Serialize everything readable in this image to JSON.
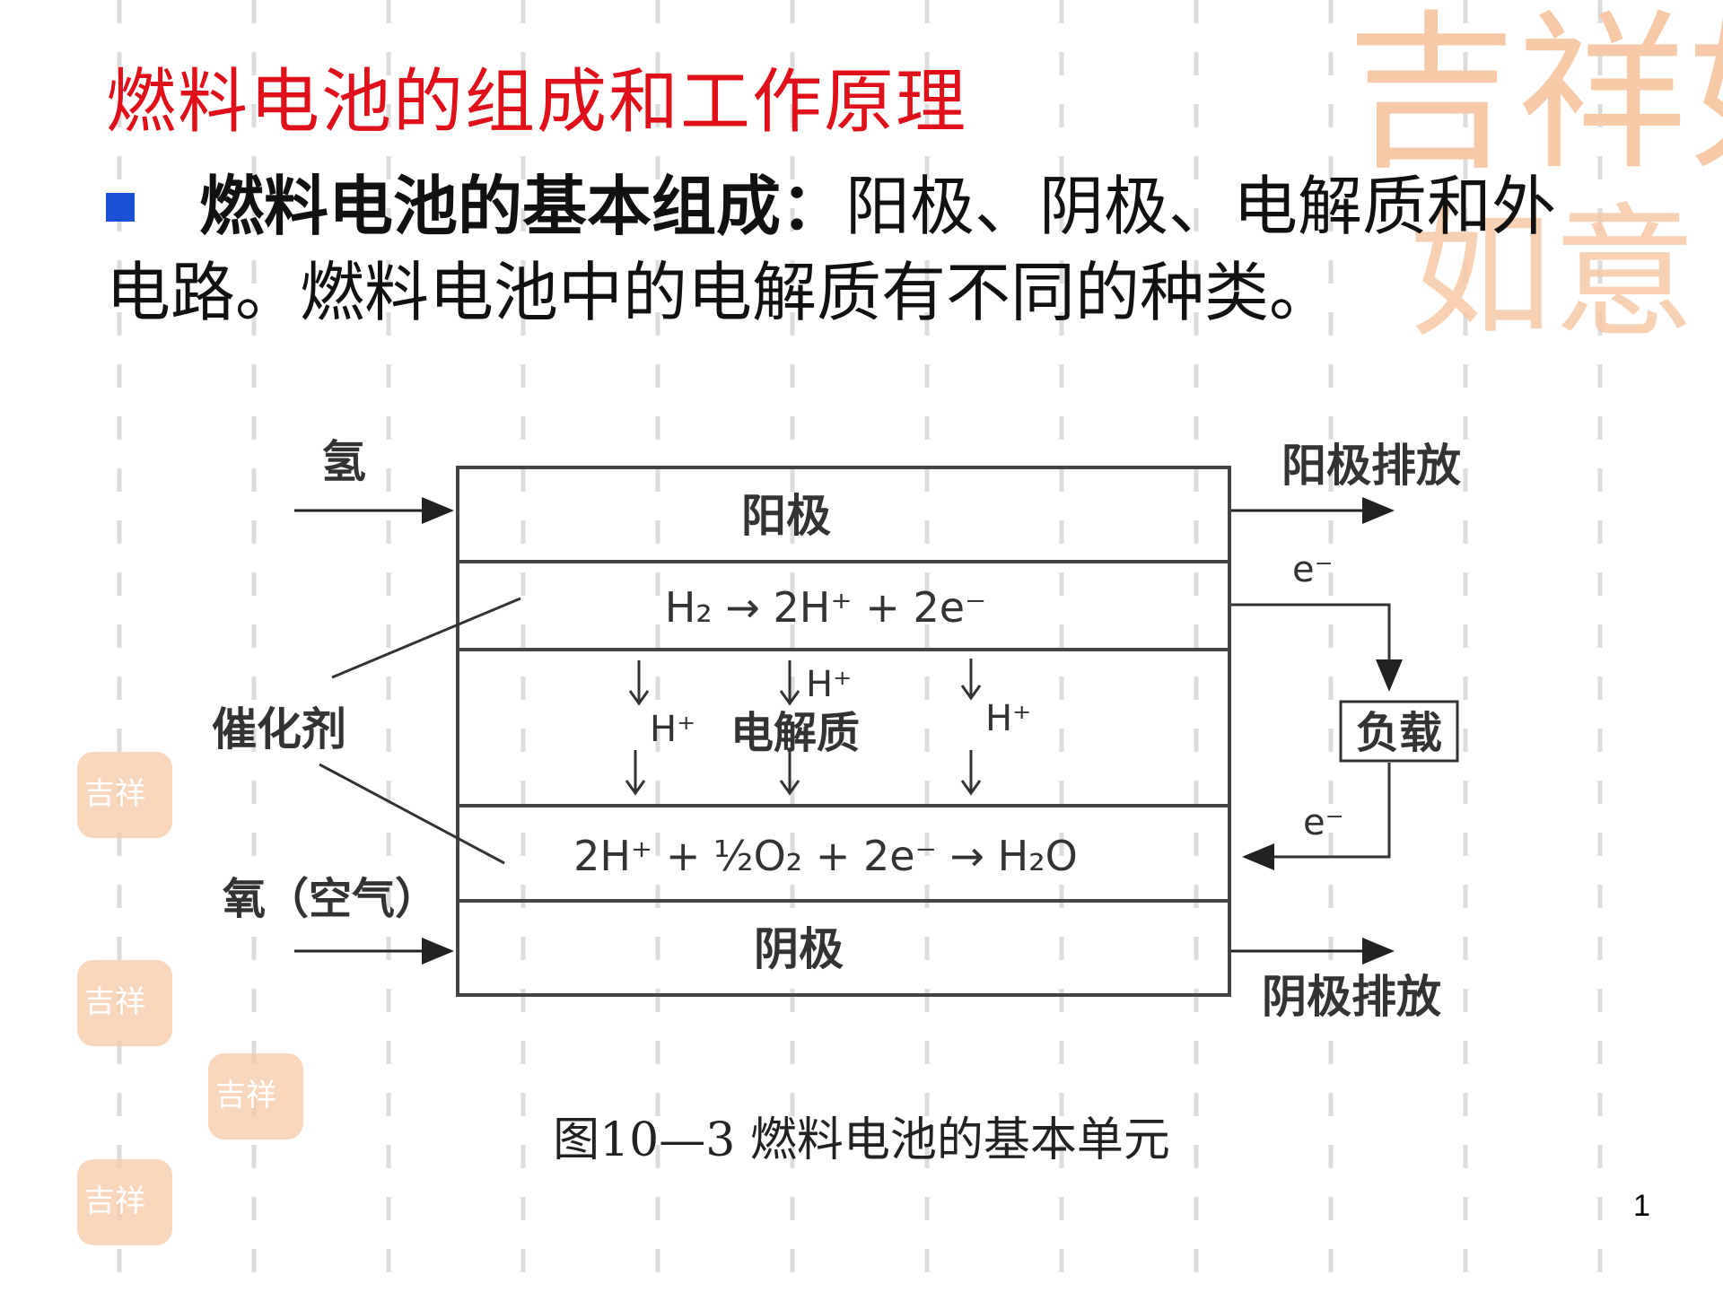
{
  "title": "燃料电池的组成和工作原理",
  "bullet": {
    "lead": "燃料电池的基本组成：",
    "text": "阳极、阴极、电解质和外电路。燃料电池中的电解质有不同的种类。"
  },
  "diagram": {
    "inputs": {
      "hydrogen": "氢",
      "oxygen": "氧（空气）"
    },
    "outputs": {
      "anode_exhaust": "阳极排放",
      "cathode_exhaust": "阴极排放"
    },
    "layers": {
      "anode": "阳极",
      "electrolyte": "电解质",
      "cathode": "阴极"
    },
    "catalyst": "催化剂",
    "load": "负载",
    "electron": "e⁻",
    "proton": "H⁺",
    "reaction_anode": "H₂ → 2H⁺ + 2e⁻",
    "reaction_cathode": "2H⁺ + ½O₂ + 2e⁻ → H₂O"
  },
  "caption": "图10—3 燃料电池的基本单元",
  "page_number": "1",
  "watermark": {
    "glyphs": "吉祥如意",
    "color": "#f7c9a6"
  },
  "colors": {
    "title": "#e0101b",
    "bullet": "#1a4fd6"
  }
}
